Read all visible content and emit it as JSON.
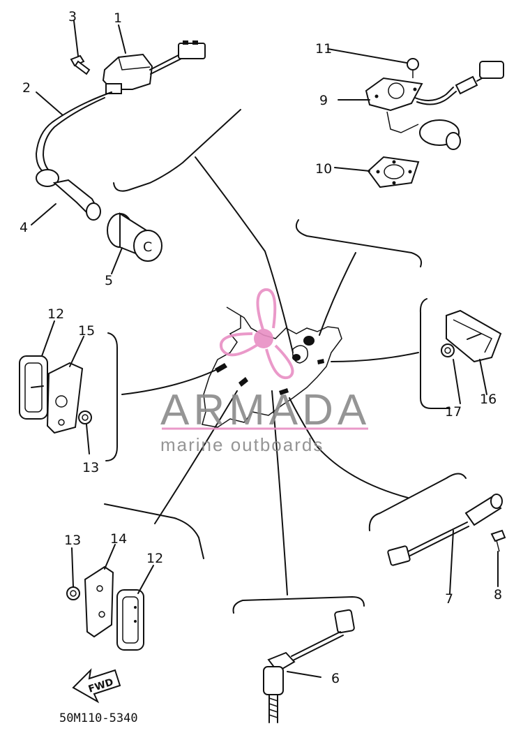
{
  "diagram": {
    "callouts": [
      {
        "id": "c1",
        "text": "1"
      },
      {
        "id": "c2",
        "text": "2"
      },
      {
        "id": "c3",
        "text": "3"
      },
      {
        "id": "c4",
        "text": "4"
      },
      {
        "id": "c5",
        "text": "5"
      },
      {
        "id": "c6",
        "text": "6"
      },
      {
        "id": "c7",
        "text": "7"
      },
      {
        "id": "c8",
        "text": "8"
      },
      {
        "id": "c9",
        "text": "9"
      },
      {
        "id": "c10",
        "text": "10"
      },
      {
        "id": "c11",
        "text": "11"
      },
      {
        "id": "c12a",
        "text": "12"
      },
      {
        "id": "c12b",
        "text": "12"
      },
      {
        "id": "c13a",
        "text": "13"
      },
      {
        "id": "c13b",
        "text": "13"
      },
      {
        "id": "c14",
        "text": "14"
      },
      {
        "id": "c15",
        "text": "15"
      },
      {
        "id": "c16",
        "text": "16"
      },
      {
        "id": "c17",
        "text": "17"
      }
    ],
    "fwd_label": "FWD",
    "drawing_code": "50M110-5340"
  },
  "watermark": {
    "brand": "ARMADA",
    "tagline": "marine outboards",
    "brand_color": "#8a8a8a",
    "accent_color": "#e88fc4"
  }
}
